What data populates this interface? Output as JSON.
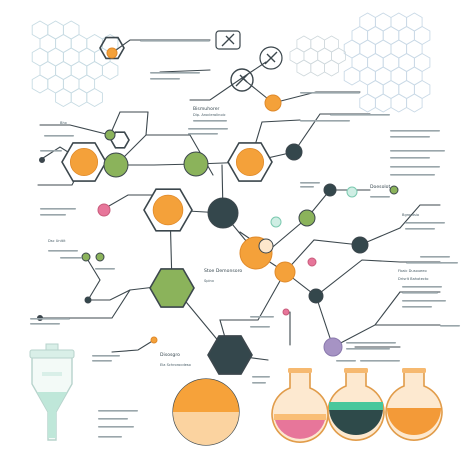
{
  "labels": {
    "top_center": "Bismuhorer",
    "top_center_sub": "Dip. Aroclerolinoic",
    "top_left": "Bhx",
    "left_mid": "Dsc Unitit",
    "center_lower": "Stoe Demonsoro",
    "center_lower_sub": "Spinx",
    "right_mid": "Doesolot",
    "right_sub": "Bgrontsio",
    "bottom_center": "Disosgro",
    "bottom_center_sub": "Ela Schrorocdeso",
    "right_list": [
      "Fbaic Dusoueeo",
      "Drisrlt Bahotecto"
    ]
  },
  "colors": {
    "orange": "#f4a13a",
    "green": "#8bb35b",
    "dark": "#34474c",
    "teal": "#3aa38a",
    "purple": "#a693c4",
    "pink": "#e7769a",
    "mint": "#cfeee4",
    "hex_stroke": "#c7dbe3",
    "line": "#3c474d"
  }
}
